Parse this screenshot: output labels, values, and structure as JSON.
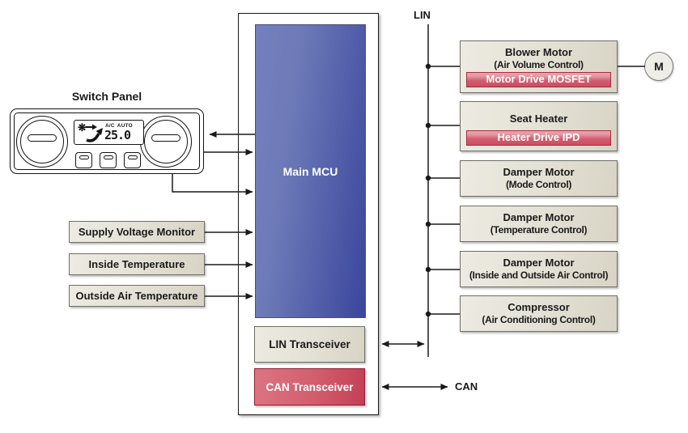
{
  "diagram": {
    "switch_panel": {
      "label": "Switch Panel",
      "display": {
        "fan_icon_glyph": "❋",
        "ac_label": "A/C",
        "auto_label": "AUTO",
        "temperature": "25.0"
      }
    },
    "sensors": [
      {
        "label": "Supply Voltage Monitor"
      },
      {
        "label": "Inside Temperature"
      },
      {
        "label": "Outside Air Temperature"
      }
    ],
    "controller": {
      "mcu_label": "Main MCU",
      "lin_transceiver_label": "LIN Transceiver",
      "can_transceiver_label": "CAN Transceiver"
    },
    "buses": {
      "lin_label": "LIN",
      "can_label": "CAN"
    },
    "loads": [
      {
        "line1": "Blower Motor",
        "line2": "(Air Volume Control)",
        "chip": "Motor Drive MOSFET"
      },
      {
        "line1": "Seat Heater",
        "line2": "",
        "chip": "Heater Drive IPD"
      },
      {
        "line1": "Damper Motor",
        "line2": "(Mode Control)",
        "chip": ""
      },
      {
        "line1": "Damper Motor",
        "line2": "(Temperature Control)",
        "chip": ""
      },
      {
        "line1": "Damper Motor",
        "line2": "(Inside and Outside Air Control)",
        "chip": ""
      },
      {
        "line1": "Compressor",
        "line2": "(Air Conditioning Control)",
        "chip": ""
      }
    ],
    "motor_symbol": "M",
    "colors": {
      "mcu_blue": "#3a469c",
      "driver_red": "#ca4d60",
      "box_beige": "#e3e0d4",
      "wire_black": "#1a1a1a"
    }
  }
}
